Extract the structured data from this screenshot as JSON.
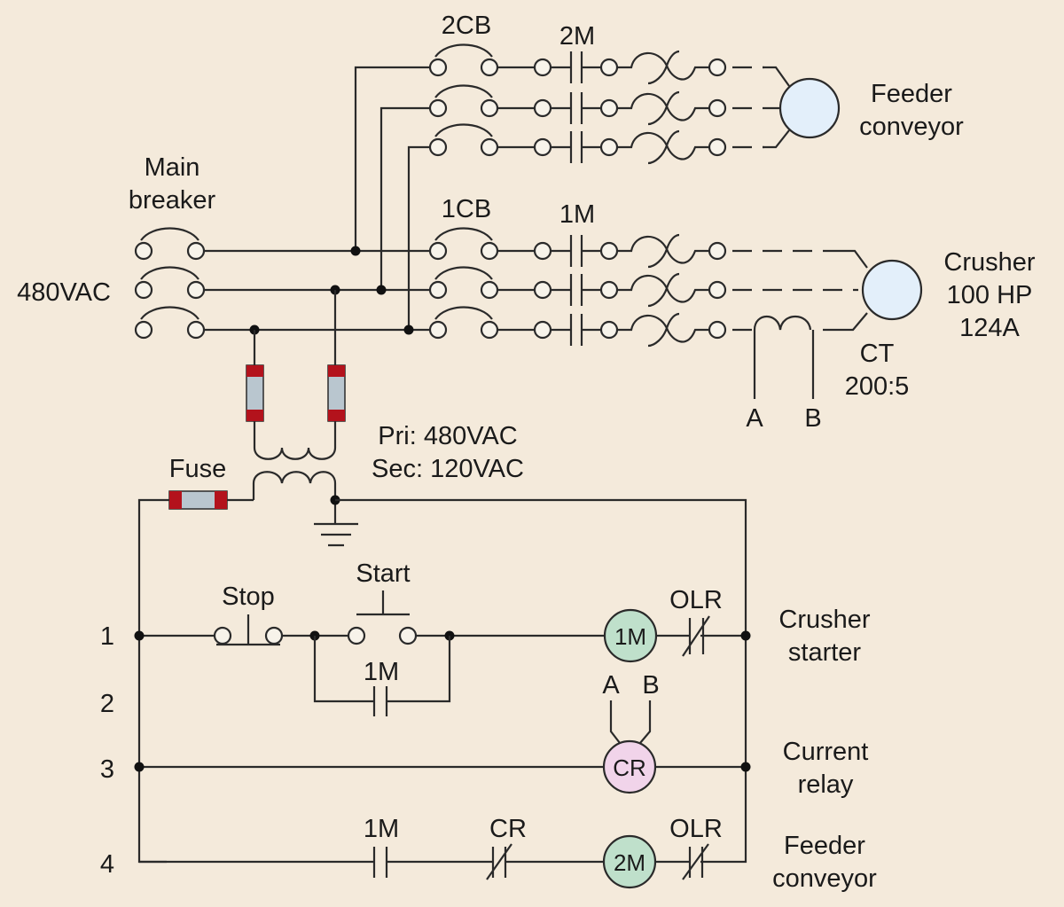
{
  "colors": {
    "background": "#f4eadb",
    "motor_fill": "#e3effa",
    "coil_1m_fill": "#bfe0cb",
    "coil_2m_fill": "#bfe0cb",
    "coil_cr_fill": "#f1d4ea",
    "fuse_cap": "#b3121c",
    "fuse_body": "#b9c6cf"
  },
  "power": {
    "supply_label": "480VAC",
    "main_breaker_label_line1": "Main",
    "main_breaker_label_line2": "breaker",
    "branch_feeder": {
      "breaker_label": "2CB",
      "contactor_label": "2M",
      "motor_label_line1": "Feeder",
      "motor_label_line2": "conveyor"
    },
    "branch_crusher": {
      "breaker_label": "1CB",
      "contactor_label": "1M",
      "motor_label_line1": "Crusher",
      "motor_label_line2": "100 HP",
      "motor_label_line3": "124A",
      "ct_label_line1": "CT",
      "ct_label_line2": "200:5",
      "ct_lead_a": "A",
      "ct_lead_b": "B"
    },
    "transformer": {
      "primary": "Pri: 480VAC",
      "secondary": "Sec: 120VAC"
    },
    "control_fuse_label": "Fuse"
  },
  "control": {
    "rungs": [
      {
        "number": "1",
        "stop_label": "Stop",
        "start_label": "Start",
        "coil": "1M",
        "olr_label": "OLR",
        "description_line1": "Crusher",
        "description_line2": "starter"
      },
      {
        "number": "2",
        "seal_in_label": "1M"
      },
      {
        "number": "3",
        "coil": "CR",
        "lead_a": "A",
        "lead_b": "B",
        "description_line1": "Current",
        "description_line2": "relay"
      },
      {
        "number": "4",
        "contact1_label": "1M",
        "contact2_label": "CR",
        "coil": "2M",
        "olr_label": "OLR",
        "description_line1": "Feeder",
        "description_line2": "conveyor"
      }
    ]
  }
}
